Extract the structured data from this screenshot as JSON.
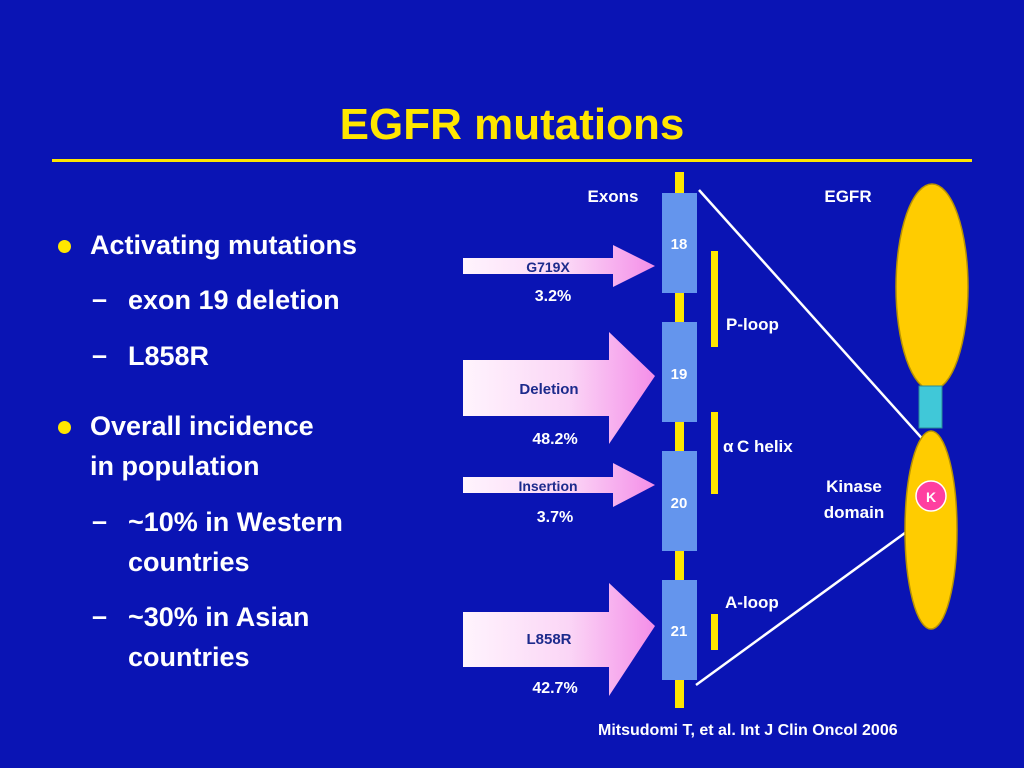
{
  "title": "EGFR mutations",
  "bullets": {
    "b1": "Activating mutations",
    "b1_s1": "exon 19 deletion",
    "b1_s2": "L858R",
    "b2_l1": "Overall incidence",
    "b2_l2": "in population",
    "b2_s1_l1": "~10% in Western",
    "b2_s1_l2": "countries",
    "b2_s2_l1": "~30% in Asian",
    "b2_s2_l2": "countries",
    "dash": "–"
  },
  "diagram": {
    "exons_label": "Exons",
    "egfr_label": "EGFR",
    "exons": [
      "18",
      "19",
      "20",
      "21"
    ],
    "mutations": [
      {
        "name": "G719X",
        "percent": "3.2%"
      },
      {
        "name": "Deletion",
        "percent": "48.2%"
      },
      {
        "name": "Insertion",
        "percent": "3.7%"
      },
      {
        "name": "L858R",
        "percent": "42.7%"
      }
    ],
    "regions": {
      "p_loop": "P-loop",
      "c_helix_alpha": "α",
      "c_helix": "C helix",
      "a_loop": "A-loop"
    },
    "kinase_domain_l1": "Kinase",
    "kinase_domain_l2": "domain",
    "kinase_badge": "K"
  },
  "citation": "Mitsudomi T, et al. Int J Clin Oncol 2006",
  "colors": {
    "background": "#0a14b4",
    "title": "#ffe600",
    "exon_box": "#6495ed",
    "arrow_fill": "#fde8fa",
    "arrow_gradient_end": "#f48ee8",
    "receptor": "#ffcc00",
    "transmembrane": "#40c8d8",
    "kinase_badge": "#ff3fa0"
  }
}
